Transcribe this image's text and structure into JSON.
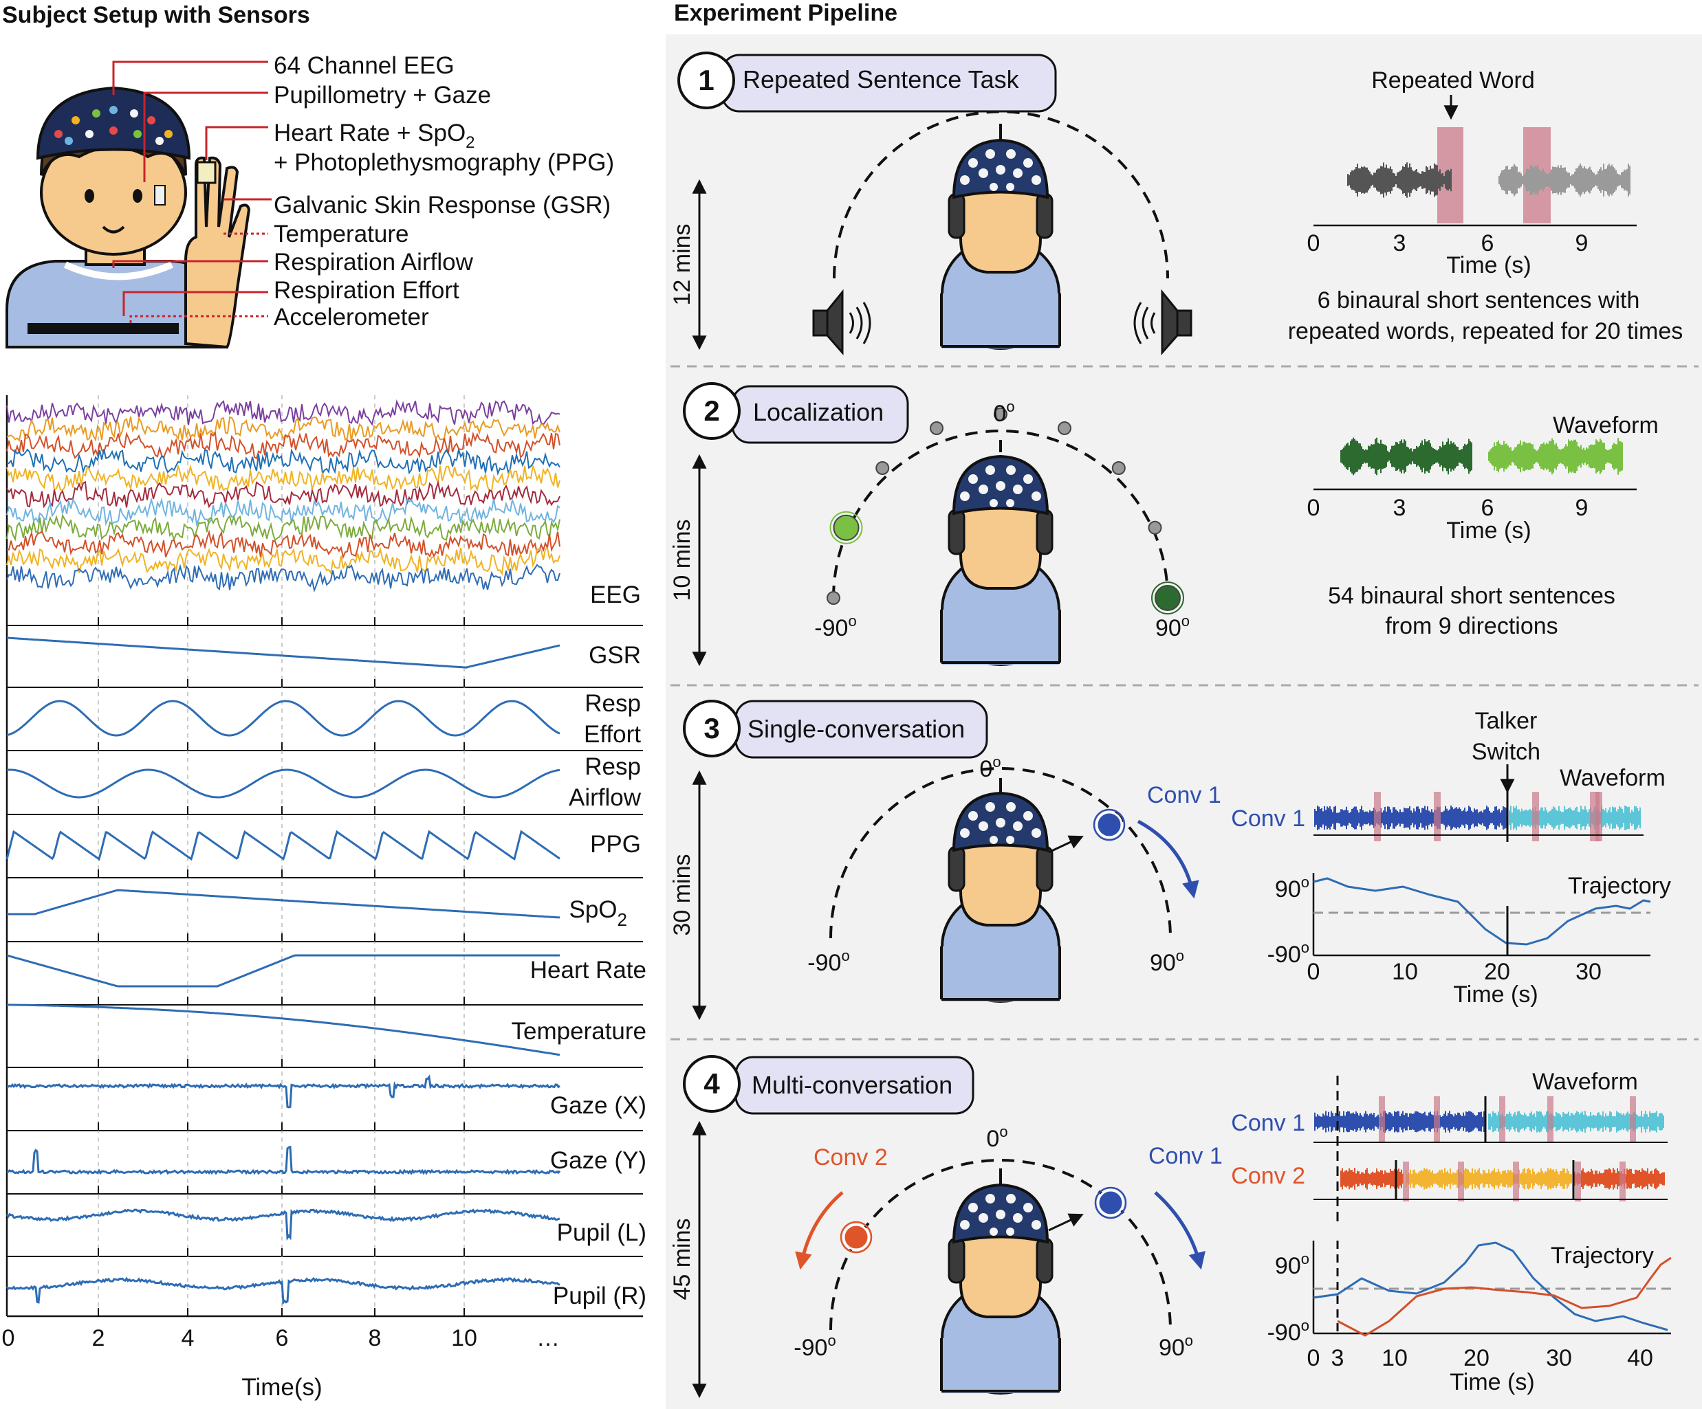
{
  "left_panel": {
    "title": "Subject Setup with Sensors",
    "sensor_labels": [
      "64 Channel EEG",
      "Pupillometry + Gaze",
      "Heart Rate + SpO",
      "+ Photoplethysmography (PPG)",
      "Galvanic Skin Response (GSR)",
      "Temperature",
      "Respiration Airflow",
      "Respiration Effort",
      "Accelerometer"
    ],
    "spo2_subscript": "2",
    "signal_labels": {
      "eeg": "EEG",
      "gsr": "GSR",
      "resp_effort_1": "Resp",
      "resp_effort_2": "Effort",
      "resp_airflow_1": "Resp",
      "resp_airflow_2": "Airflow",
      "ppg": "PPG",
      "spo2": "SpO",
      "spo2_sub": "2",
      "heart_rate": "Heart Rate",
      "temperature": "Temperature",
      "gaze_x": "Gaze (X)",
      "gaze_y": "Gaze (Y)",
      "pupil_l": "Pupil (L)",
      "pupil_r": "Pupil (R)"
    },
    "time_ticks": [
      "0",
      "2",
      "4",
      "6",
      "8",
      "10",
      "…"
    ],
    "time_axis_label": "Time(s)",
    "colors": {
      "signal": "#2e6cb5",
      "eeg": [
        "#7b3f9e",
        "#e89b22",
        "#d3502a",
        "#1f6fb5",
        "#f0b323",
        "#a32a3e",
        "#6fb4e0",
        "#7cab3c",
        "#d3502a",
        "#f0b323",
        "#2e6cb5"
      ]
    }
  },
  "right_panel": {
    "title": "Experiment Pipeline",
    "background": "#f2f2f2",
    "pill_color": "#e3e1f4",
    "section1": {
      "number": "1",
      "name": "Repeated Sentence Task",
      "duration": "12 mins",
      "repeated_word_label": "Repeated Word",
      "ticks": [
        "0",
        "3",
        "6",
        "9"
      ],
      "xlabel": "Time (s)",
      "desc_line1": "6 binaural short sentences with",
      "desc_line2": "repeated words, repeated for 20 times"
    },
    "section2": {
      "number": "2",
      "name": "Localization",
      "duration": "10 mins",
      "angle_top": "0",
      "angle_left": "-90",
      "angle_right": "90",
      "degree_sign": "o",
      "waveform_label": "Waveform",
      "ticks": [
        "0",
        "3",
        "6",
        "9"
      ],
      "xlabel": "Time (s)",
      "desc_line1": "54 binaural short sentences",
      "desc_line2": "from 9 directions"
    },
    "section3": {
      "number": "3",
      "name": "Single-conversation",
      "duration": "30 mins",
      "angle_top": "0",
      "angle_left": "-90",
      "angle_right": "90",
      "conv1_label": "Conv 1",
      "talker_switch_1": "Talker",
      "talker_switch_2": "Switch",
      "waveform_label": "Waveform",
      "trace_label": "Conv 1",
      "trajectory_label": "Trajectory",
      "y_top": "90",
      "y_bottom": "-90",
      "ticks": [
        "0",
        "10",
        "20",
        "30"
      ],
      "xlabel": "Time (s)"
    },
    "section4": {
      "number": "4",
      "name": "Multi-conversation",
      "duration": "45 mins",
      "angle_top": "0",
      "angle_left": "-90",
      "angle_right": "90",
      "conv1_label": "Conv 1",
      "conv2_label": "Conv 2",
      "waveform_label": "Waveform",
      "trace1_label": "Conv 1",
      "trace2_label": "Conv 2",
      "trajectory_label": "Trajectory",
      "y_top": "90",
      "y_bottom": "-90",
      "ticks": [
        "0",
        "3",
        "10",
        "20",
        "30",
        "40"
      ],
      "xlabel": "Time (s)"
    },
    "colors": {
      "conv1": "#2f4fae",
      "conv1_light": "#5cc6d8",
      "conv2": "#e0542a",
      "conv2_light": "#f2b431",
      "loc_dark": "#2d6a2f",
      "loc_light": "#7ac143",
      "highlight": "#c97a8a",
      "trajectory1": "#2e6cb5",
      "trajectory2": "#d3502a"
    }
  }
}
